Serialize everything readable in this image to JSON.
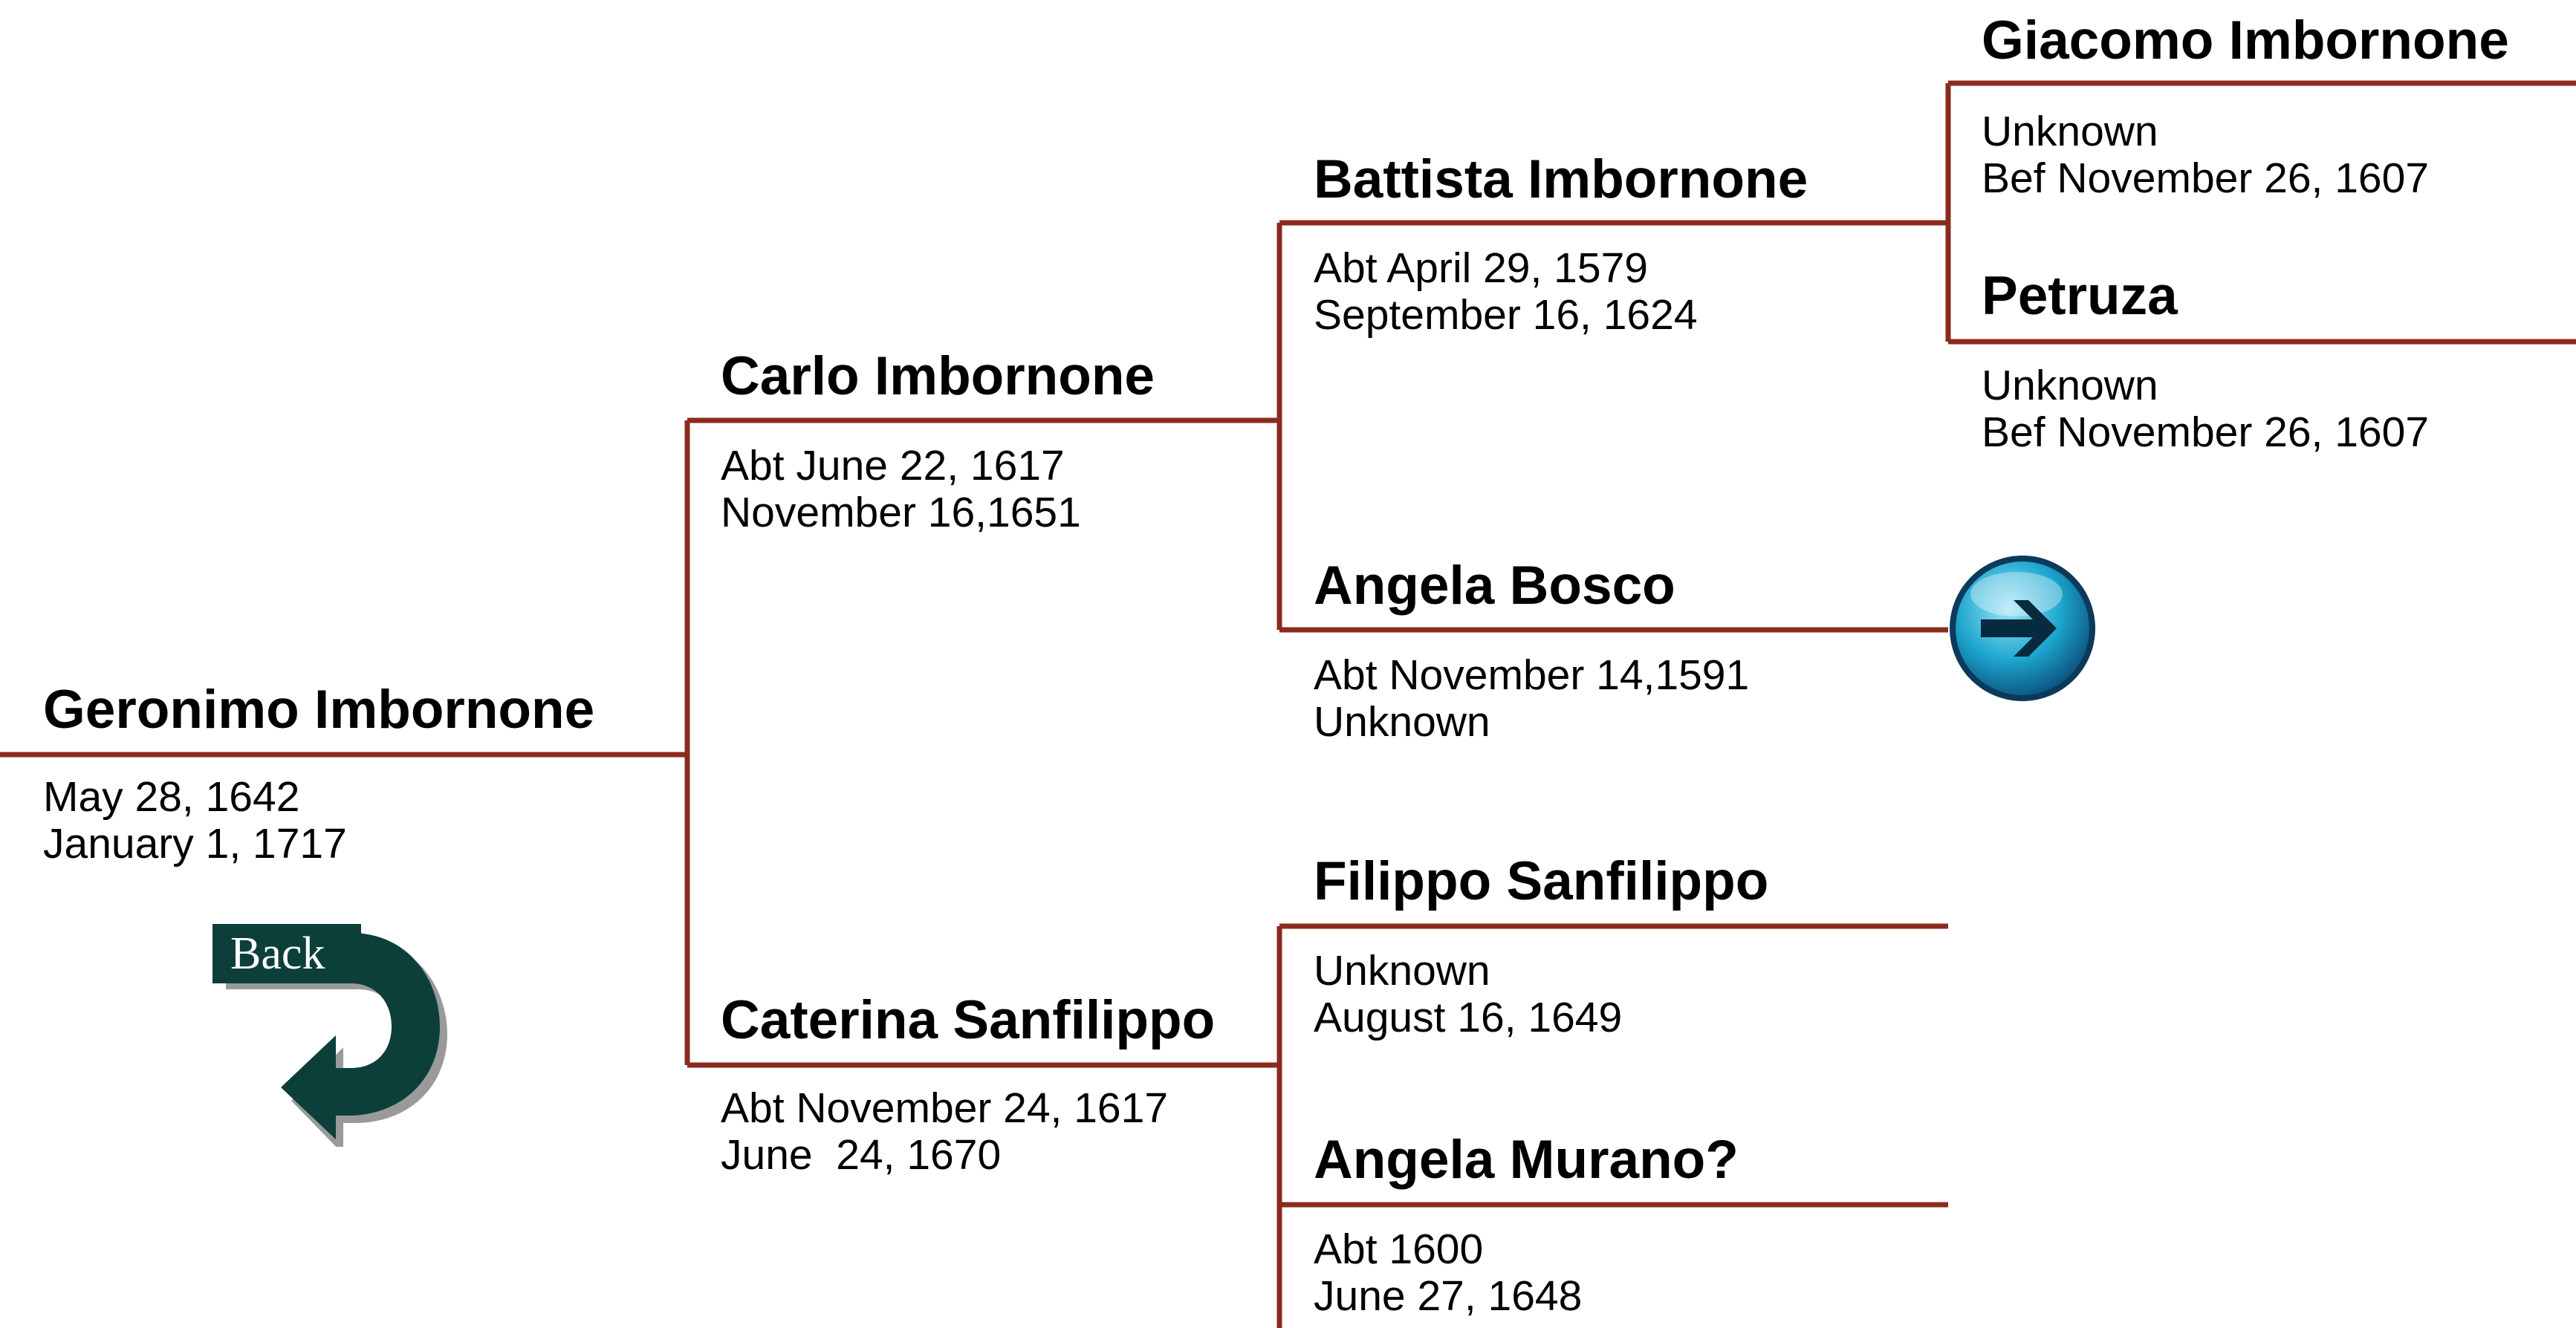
{
  "colors": {
    "line": "#8b2a1e",
    "back_arrow": "#0c3f3a",
    "next_button": "#1ea7cf"
  },
  "people": {
    "geronimo": {
      "name": "Geronimo Imbornone",
      "birth": "May 28, 1642",
      "death": "January 1, 1717"
    },
    "carlo": {
      "name": "Carlo Imbornone",
      "birth": "Abt June 22, 1617",
      "death": "November 16,1651"
    },
    "caterina": {
      "name": "Caterina Sanfilippo",
      "birth": "Abt November 24, 1617",
      "death": "June  24, 1670"
    },
    "battista": {
      "name": "Battista Imbornone",
      "birth": "Abt April 29, 1579",
      "death": "September 16, 1624"
    },
    "angela_b": {
      "name": "Angela Bosco",
      "birth": "Abt November 14,1591",
      "death": "Unknown"
    },
    "filippo": {
      "name": "Filippo Sanfilippo",
      "birth": "Unknown",
      "death": "August 16, 1649"
    },
    "angela_m": {
      "name": "Angela Murano?",
      "birth": "Abt 1600",
      "death": "June 27, 1648"
    },
    "giacomo": {
      "name": "Giacomo Imbornone",
      "birth": "Unknown",
      "death": "Bef November 26, 1607"
    },
    "petruza": {
      "name": "Petruza",
      "birth": "Unknown",
      "death": "Bef November 26, 1607"
    }
  },
  "navigation": {
    "back_label": "Back",
    "next_icon": "right-arrow-icon"
  }
}
